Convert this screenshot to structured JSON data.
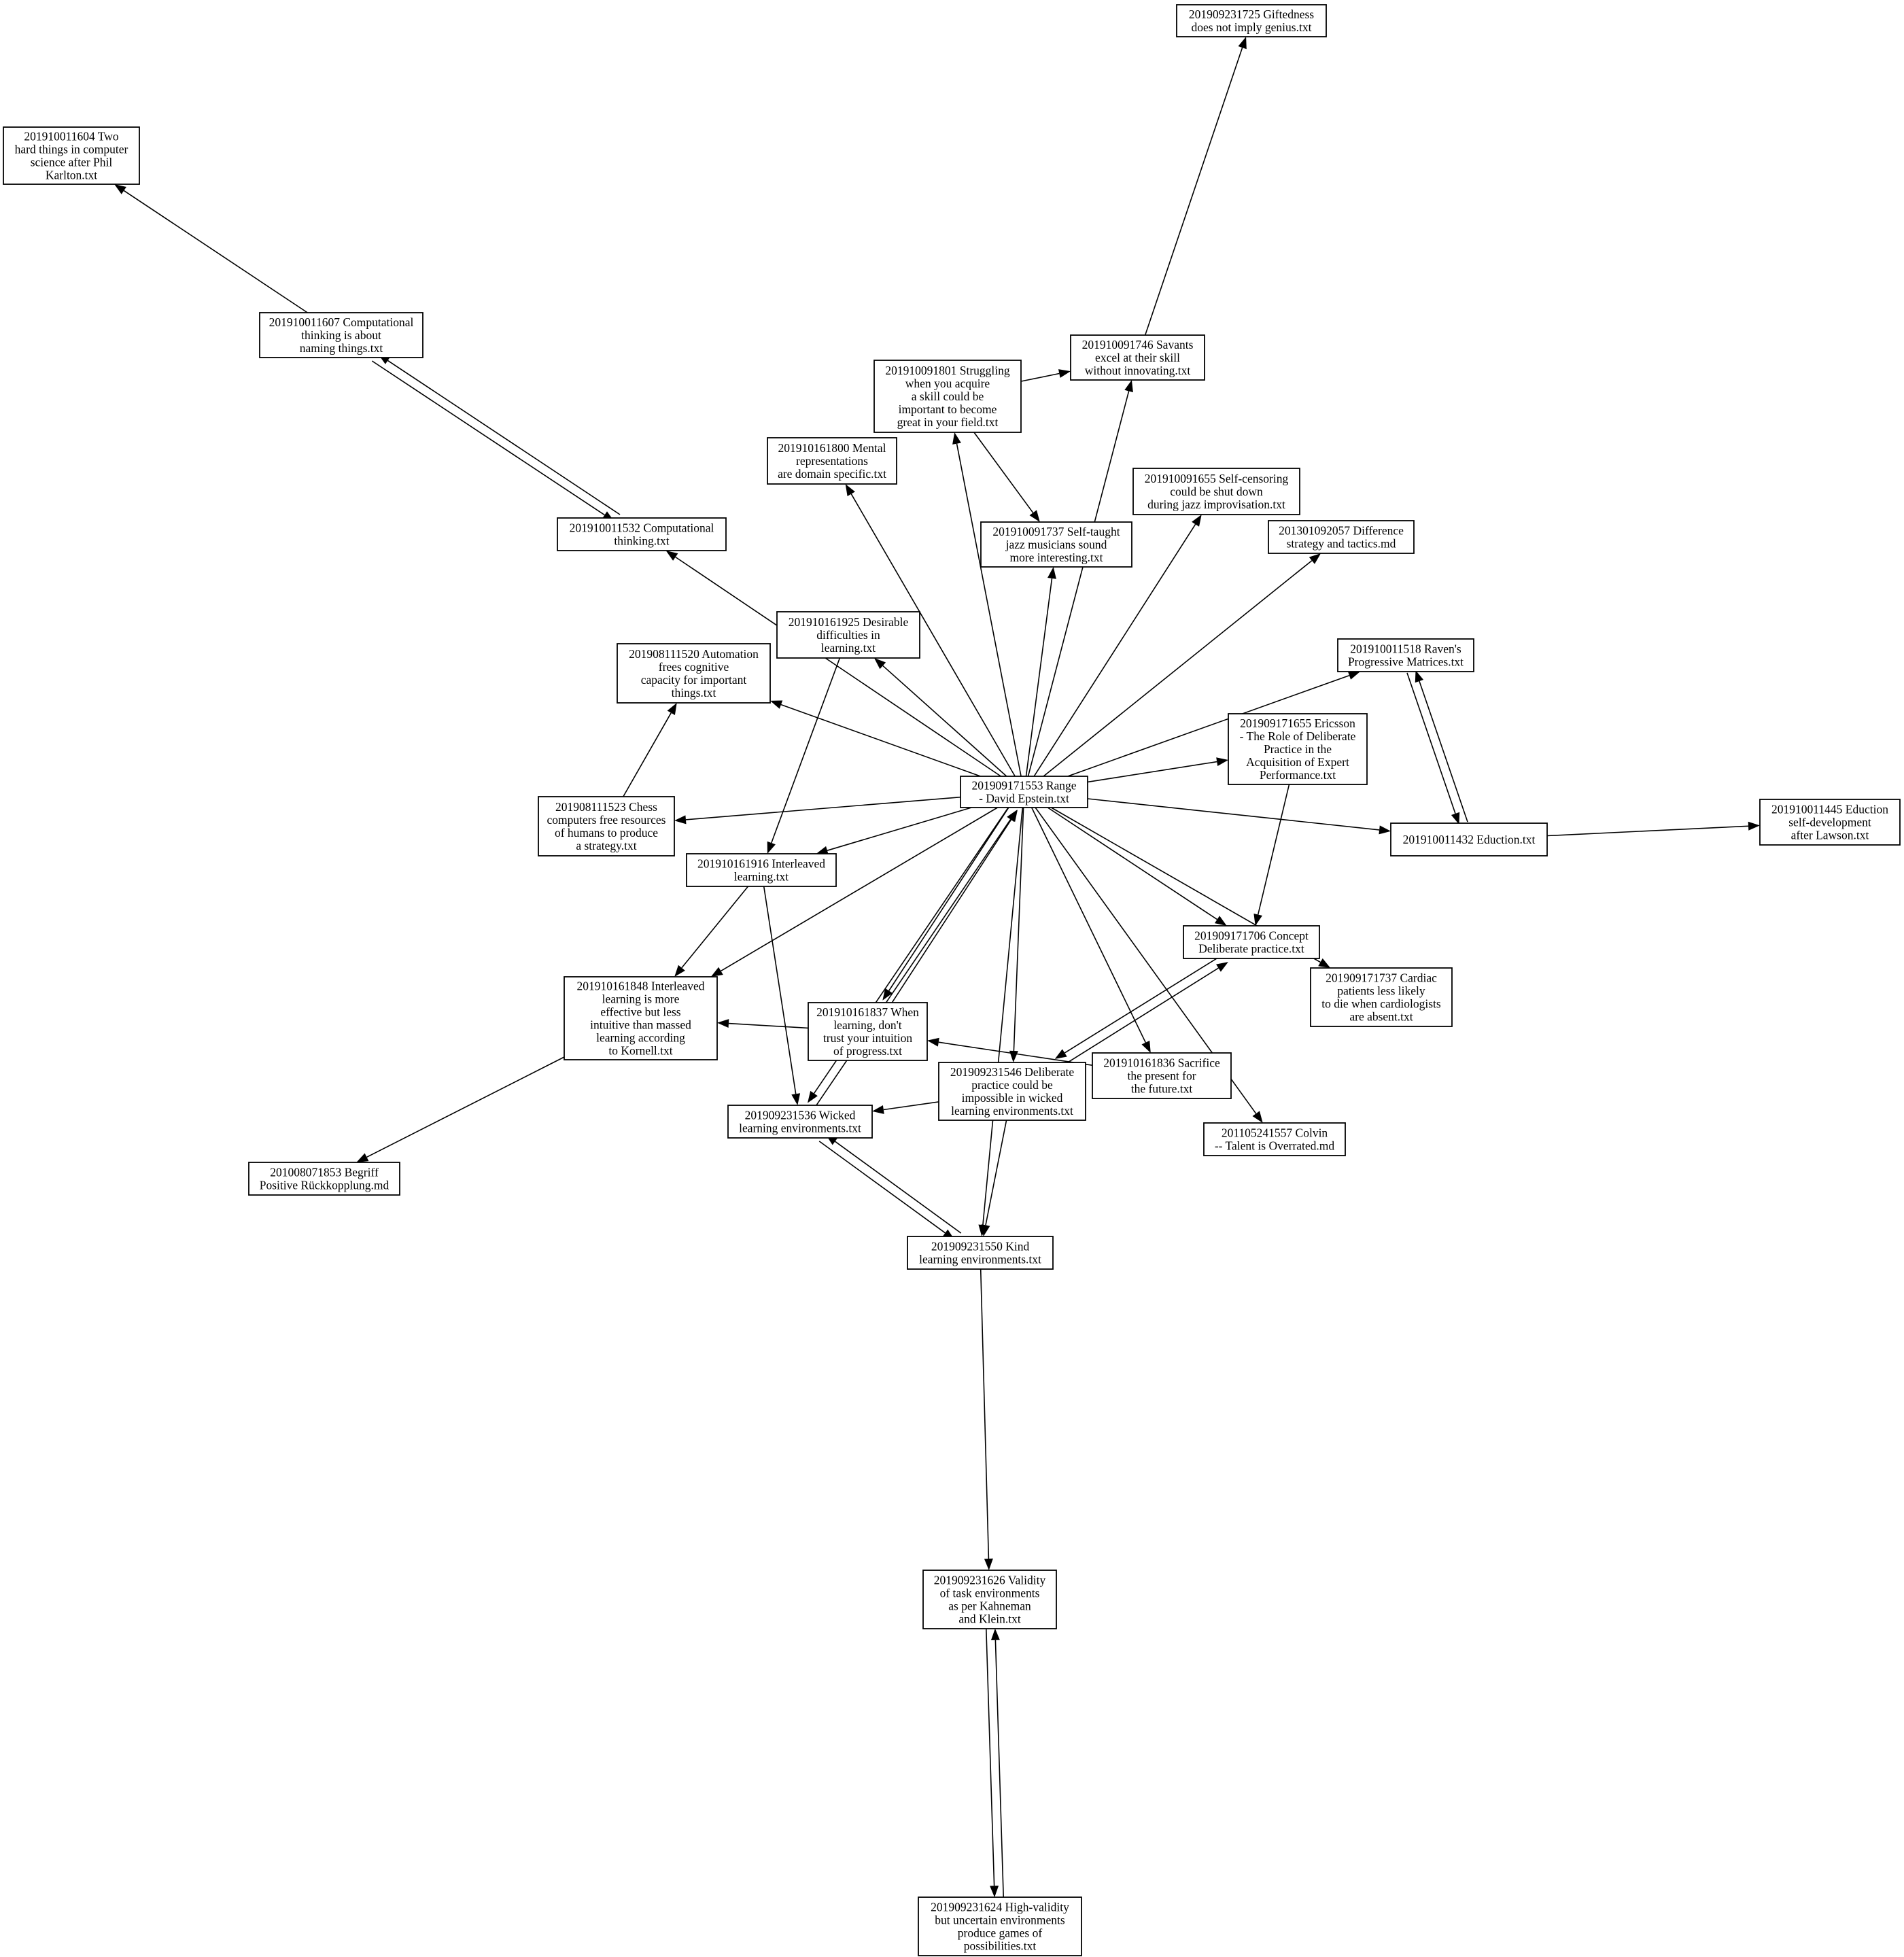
{
  "graph": {
    "type": "directed-graph",
    "nodes": [
      {
        "id": "n1",
        "lines": [
          "201909231725 Giftedness",
          "does not imply genius.txt"
        ]
      },
      {
        "id": "n2",
        "lines": [
          "201910011604 Two",
          "hard things in computer",
          "science after Phil",
          "Karlton.txt"
        ]
      },
      {
        "id": "n3",
        "lines": [
          "201910011607 Computational",
          "thinking is about",
          "naming things.txt"
        ]
      },
      {
        "id": "n4",
        "lines": [
          "201910091746 Savants",
          "excel at their skill",
          "without innovating.txt"
        ]
      },
      {
        "id": "n5",
        "lines": [
          "201910091801 Struggling",
          "when you acquire",
          "a skill could be",
          "important to become",
          "great in your field.txt"
        ]
      },
      {
        "id": "n6",
        "lines": [
          "201910161800 Mental",
          "representations",
          "are domain specific.txt"
        ]
      },
      {
        "id": "n7",
        "lines": [
          "201910091655 Self-censoring",
          "could be shut down",
          "during jazz improvisation.txt"
        ]
      },
      {
        "id": "n8",
        "lines": [
          "201910011532 Computational",
          "thinking.txt"
        ]
      },
      {
        "id": "n9",
        "lines": [
          "201910091737 Self-taught",
          "jazz musicians sound",
          "more interesting.txt"
        ]
      },
      {
        "id": "n10",
        "lines": [
          "201301092057 Difference",
          "strategy and tactics.md"
        ]
      },
      {
        "id": "n11",
        "lines": [
          "201910161925 Desirable",
          "difficulties in",
          "learning.txt"
        ]
      },
      {
        "id": "n12",
        "lines": [
          "201908111520 Automation",
          "frees cognitive",
          "capacity for important",
          "things.txt"
        ]
      },
      {
        "id": "n13",
        "lines": [
          "201910011518 Raven's",
          "Progressive Matrices.txt"
        ]
      },
      {
        "id": "n14",
        "lines": [
          "201909171655 Ericsson",
          "- The Role of Deliberate",
          "Practice in the",
          "Acquisition of Expert",
          "Performance.txt"
        ]
      },
      {
        "id": "n15",
        "lines": [
          "201909171553 Range",
          "- David Epstein.txt"
        ]
      },
      {
        "id": "n16",
        "lines": [
          "201908111523 Chess",
          "computers free resources",
          "of humans to produce",
          "a strategy.txt"
        ]
      },
      {
        "id": "n17",
        "lines": [
          "201910161916 Interleaved",
          "learning.txt"
        ]
      },
      {
        "id": "n18",
        "lines": [
          "201910011432 Eduction.txt"
        ]
      },
      {
        "id": "n19",
        "lines": [
          "201910011445 Eduction",
          "self-development",
          "after Lawson.txt"
        ]
      },
      {
        "id": "n20",
        "lines": [
          "201909171706 Concept",
          "Deliberate practice.txt"
        ]
      },
      {
        "id": "n21",
        "lines": [
          "201909171737 Cardiac",
          "patients less likely",
          "to die when cardiologists",
          "are absent.txt"
        ]
      },
      {
        "id": "n22",
        "lines": [
          "201910161848 Interleaved",
          "learning is more",
          "effective but less",
          "intuitive than massed",
          "learning according",
          "to Kornell.txt"
        ]
      },
      {
        "id": "n23",
        "lines": [
          "201910161837 When",
          "learning, don't",
          "trust your intuition",
          "of progress.txt"
        ]
      },
      {
        "id": "n24",
        "lines": [
          "201909231546 Deliberate",
          "practice could be",
          "impossible in wicked",
          "learning environments.txt"
        ]
      },
      {
        "id": "n25",
        "lines": [
          "201910161836 Sacrifice",
          "the present for",
          "the future.txt"
        ]
      },
      {
        "id": "n26",
        "lines": [
          "201909231536 Wicked",
          "learning environments.txt"
        ]
      },
      {
        "id": "n27",
        "lines": [
          "201105241557 Colvin",
          "-- Talent is Overrated.md"
        ]
      },
      {
        "id": "n28",
        "lines": [
          "201008071853 Begriff",
          "Positive Rückkopplung.md"
        ]
      },
      {
        "id": "n29",
        "lines": [
          "201909231550 Kind",
          "learning environments.txt"
        ]
      },
      {
        "id": "n30",
        "lines": [
          "201909231626 Validity",
          "of task environments",
          "as per Kahneman",
          "and Klein.txt"
        ]
      },
      {
        "id": "n31",
        "lines": [
          "201909231624 High-validity",
          "but uncertain environments",
          "produce games of",
          "possibilities.txt"
        ]
      }
    ],
    "edges": [
      {
        "from": "n4",
        "to": "n1"
      },
      {
        "from": "n3",
        "to": "n2"
      },
      {
        "from": "n3",
        "to": "n8"
      },
      {
        "from": "n8",
        "to": "n3"
      },
      {
        "from": "n5",
        "to": "n4"
      },
      {
        "from": "n5",
        "to": "n9"
      },
      {
        "from": "n15",
        "to": "n5"
      },
      {
        "from": "n15",
        "to": "n4"
      },
      {
        "from": "n15",
        "to": "n6"
      },
      {
        "from": "n15",
        "to": "n9"
      },
      {
        "from": "n15",
        "to": "n7"
      },
      {
        "from": "n15",
        "to": "n10"
      },
      {
        "from": "n15",
        "to": "n8"
      },
      {
        "from": "n15",
        "to": "n11"
      },
      {
        "from": "n15",
        "to": "n12"
      },
      {
        "from": "n15",
        "to": "n13"
      },
      {
        "from": "n15",
        "to": "n14"
      },
      {
        "from": "n15",
        "to": "n16"
      },
      {
        "from": "n15",
        "to": "n17"
      },
      {
        "from": "n15",
        "to": "n18"
      },
      {
        "from": "n15",
        "to": "n20"
      },
      {
        "from": "n15",
        "to": "n21"
      },
      {
        "from": "n15",
        "to": "n22"
      },
      {
        "from": "n15",
        "to": "n23"
      },
      {
        "from": "n23",
        "to": "n15"
      },
      {
        "from": "n15",
        "to": "n26"
      },
      {
        "from": "n26",
        "to": "n15"
      },
      {
        "from": "n15",
        "to": "n24"
      },
      {
        "from": "n15",
        "to": "n25"
      },
      {
        "from": "n15",
        "to": "n27"
      },
      {
        "from": "n15",
        "to": "n29"
      },
      {
        "from": "n16",
        "to": "n12"
      },
      {
        "from": "n11",
        "to": "n17"
      },
      {
        "from": "n17",
        "to": "n22"
      },
      {
        "from": "n17",
        "to": "n26"
      },
      {
        "from": "n13",
        "to": "n18"
      },
      {
        "from": "n18",
        "to": "n13"
      },
      {
        "from": "n18",
        "to": "n19"
      },
      {
        "from": "n14",
        "to": "n20"
      },
      {
        "from": "n20",
        "to": "n24"
      },
      {
        "from": "n24",
        "to": "n20"
      },
      {
        "from": "n22",
        "to": "n28"
      },
      {
        "from": "n23",
        "to": "n22"
      },
      {
        "from": "n25",
        "to": "n23"
      },
      {
        "from": "n24",
        "to": "n26"
      },
      {
        "from": "n24",
        "to": "n29"
      },
      {
        "from": "n26",
        "to": "n29"
      },
      {
        "from": "n29",
        "to": "n26"
      },
      {
        "from": "n29",
        "to": "n30"
      },
      {
        "from": "n30",
        "to": "n31"
      },
      {
        "from": "n31",
        "to": "n30"
      }
    ]
  }
}
